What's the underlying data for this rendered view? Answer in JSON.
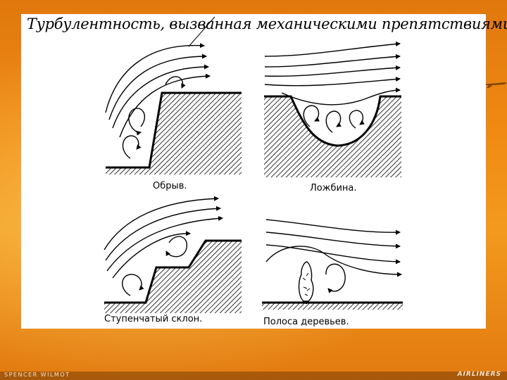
{
  "title": "Турбулентность, вызванная механическими препятствиями",
  "captions": {
    "cliff": "Обрыв.",
    "hollow": "Ложбина.",
    "stepped_slope": "Ступенчатый склон.",
    "tree_belt": "Полоса деревьев."
  },
  "footer": {
    "photographer": "SPENCER WILMOT",
    "site": "AIRLINERS"
  },
  "colors": {
    "background_sky": "#f08a12",
    "panel": "#ffffff",
    "ink": "#000000"
  }
}
